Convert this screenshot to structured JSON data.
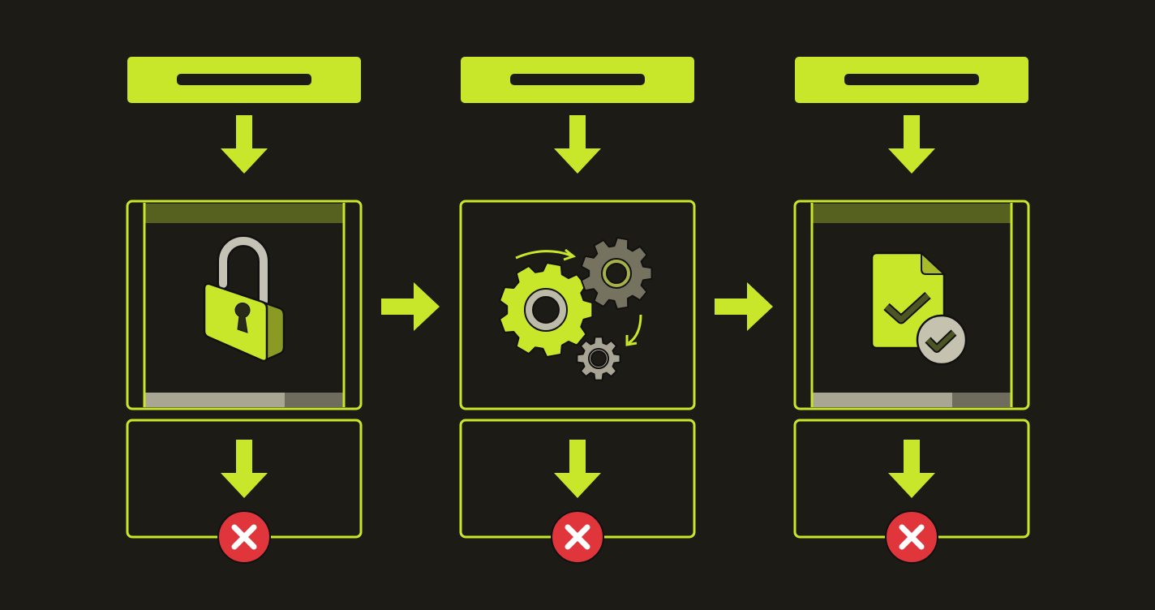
{
  "colors": {
    "background": "#1d1b15",
    "accent": "#c8e62a",
    "accent_dark": "#7f8f1f",
    "neutral": "#aaa694",
    "neutral_dark": "#6f6c5e",
    "error": "#e0353b"
  },
  "columns": [
    {
      "id": "lock",
      "icon": "padlock-icon",
      "has_side_rails": true,
      "result_icon": "error-x-icon"
    },
    {
      "id": "gears",
      "icon": "gears-process-icon",
      "has_side_rails": false,
      "result_icon": "error-x-icon"
    },
    {
      "id": "document",
      "icon": "document-check-icon",
      "has_side_rails": true,
      "result_icon": "error-x-icon"
    }
  ],
  "connectors": [
    "arrow-right-icon",
    "arrow-right-icon"
  ]
}
